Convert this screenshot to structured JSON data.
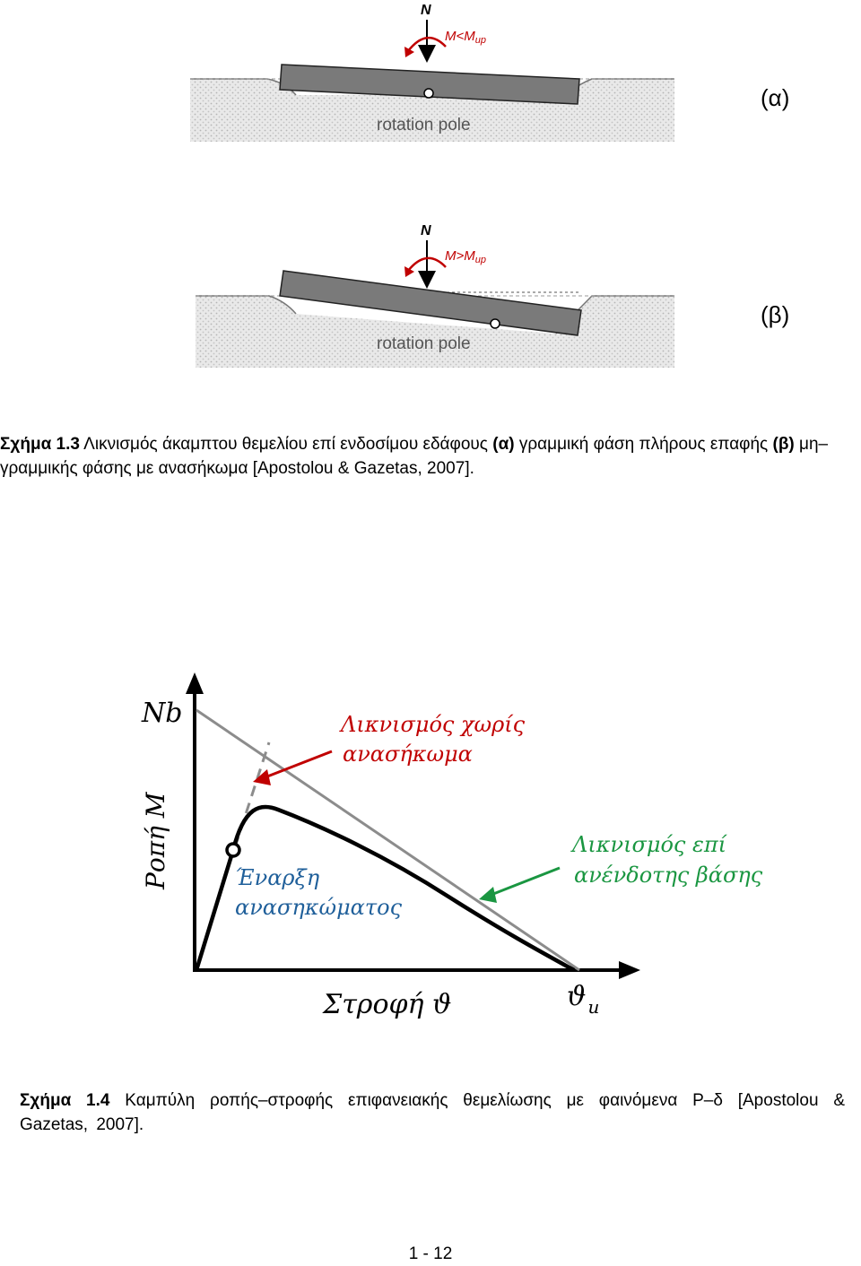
{
  "figure1": {
    "panel_a": {
      "label": "(α)",
      "force_label": "N",
      "moment_label_main": "M<M",
      "moment_label_sub": "up",
      "pole_label": "rotation pole"
    },
    "panel_b": {
      "label": "(β)",
      "force_label": "N",
      "moment_label_main": "M>M",
      "moment_label_sub": "up",
      "pole_label": "rotation pole"
    }
  },
  "caption1": {
    "bold_prefix": "Σχήμα 1.3",
    "text_1": " Λικνισμός άκαμπτου θεμελίου επί ενδοσίμου εδάφους ",
    "bold_a": "(α)",
    "text_2": " γραμμική φάση πλήρους επαφής ",
    "bold_b": "(β)",
    "text_3": " μη–γραμμικής φάσης με ανασήκωμα [Apostolou & Gazetas, 2007]."
  },
  "figure2": {
    "y_top_label": "Nb",
    "y_axis_label": "Ροπή M",
    "x_axis_label": "Στροφή ϑ",
    "x_end_main": "ϑ",
    "x_end_sub": "u",
    "red_annotation_line1": "Λικνισμός χωρίς",
    "red_annotation_line2": "ανασήκωμα",
    "blue_annotation_line1": "Έναρξη",
    "blue_annotation_line2": "ανασηκώματος",
    "green_annotation_line1": "Λικνισμός επί",
    "green_annotation_line2": "ανένδοτης βάσης",
    "colors": {
      "red": "#c00000",
      "blue": "#1f5f9a",
      "green": "#1a9641",
      "gray_line": "#8c8c8c"
    }
  },
  "caption2": {
    "bold_prefix": "Σχήμα 1.4",
    "text": " Καμπύλη ροπής–στροφής επιφανειακής θεμελίωσης με φαινόμενα P–δ [Apostolou & Gazetas, 2007]."
  },
  "page_number": "1 - 12"
}
